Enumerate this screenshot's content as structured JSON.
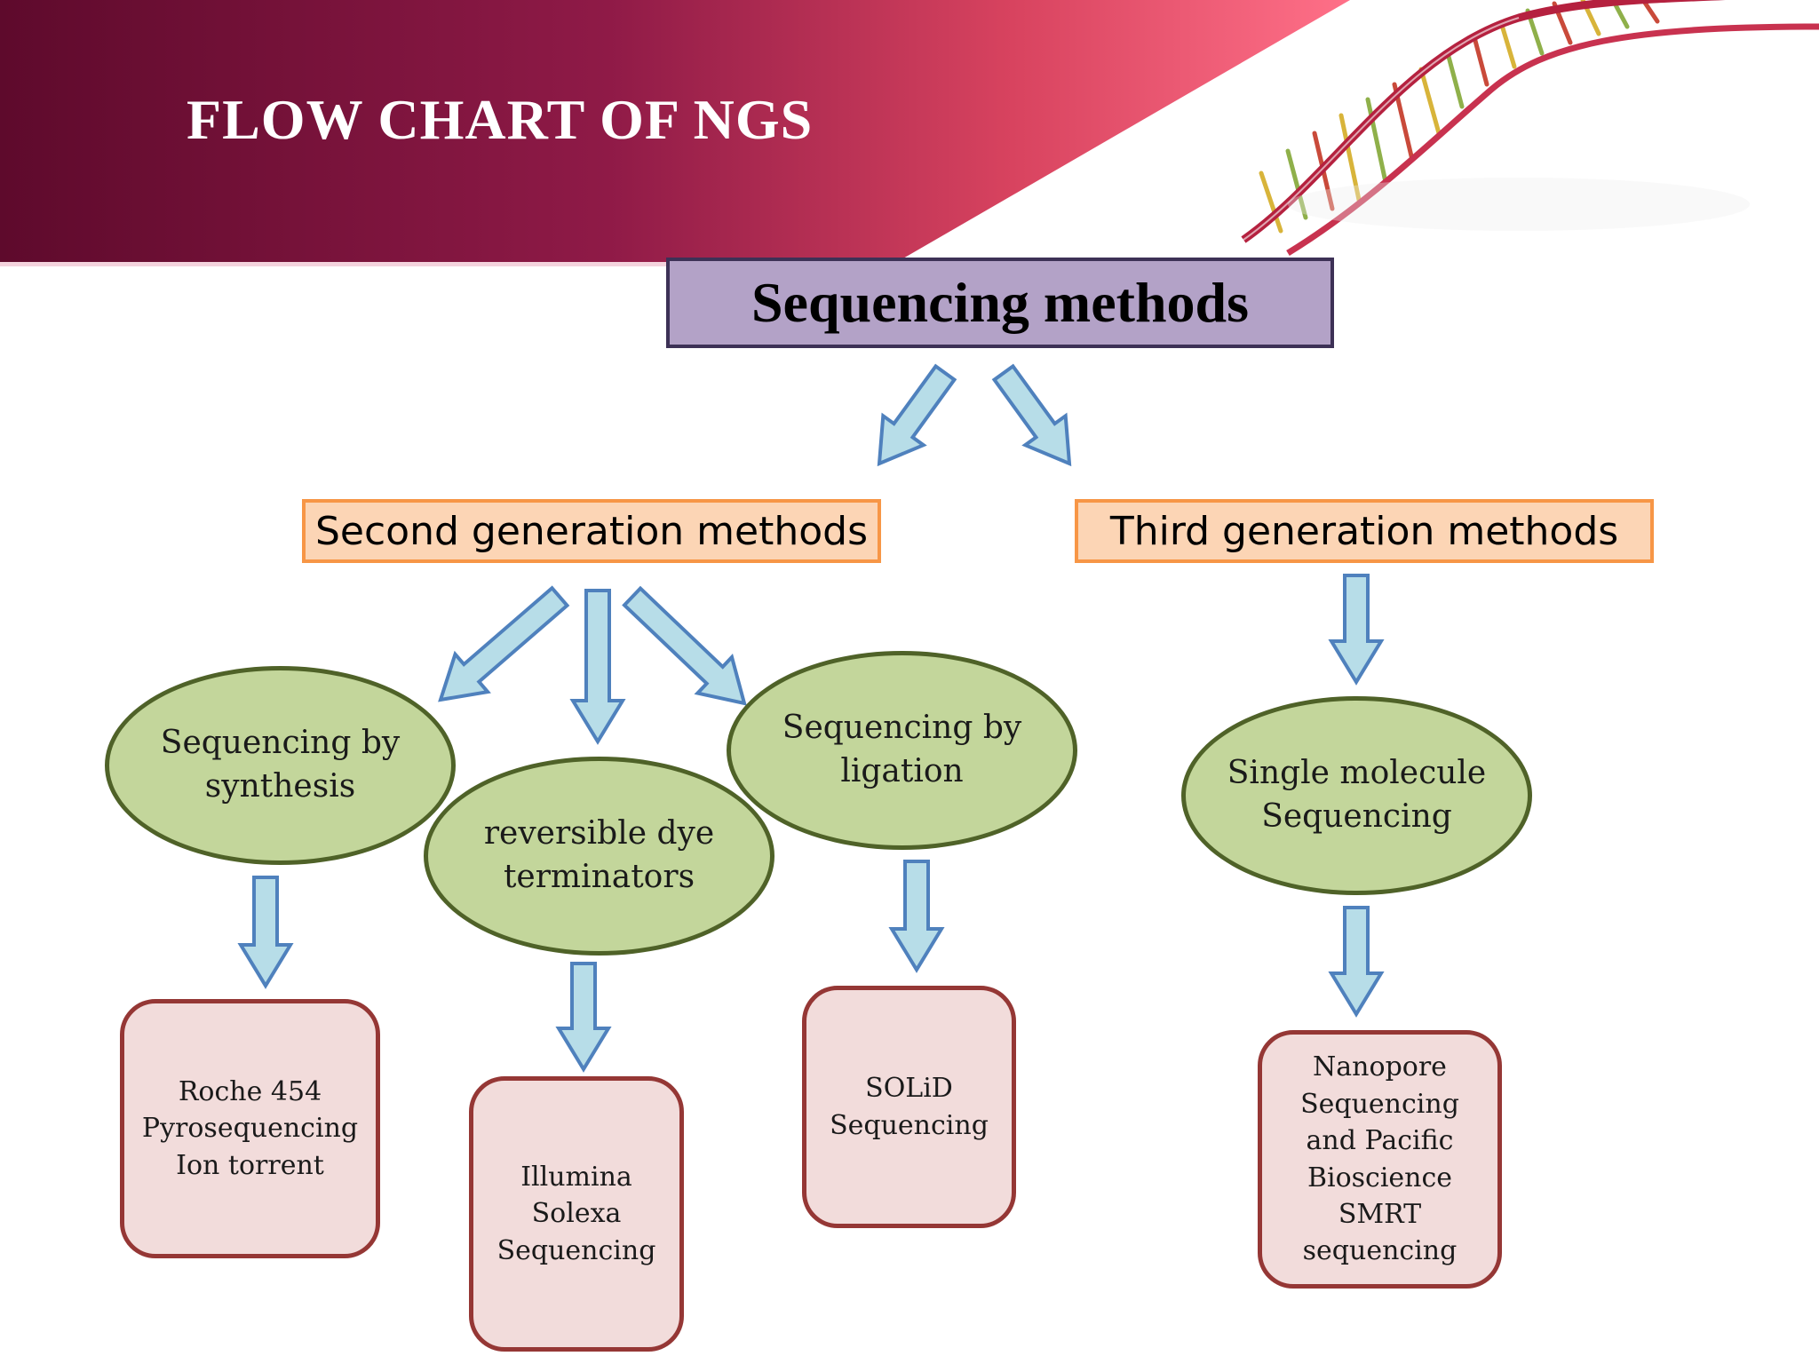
{
  "slide": {
    "title": "FLOW CHART OF NGS"
  },
  "flowchart": {
    "root": "Sequencing methods",
    "branches": {
      "second": "Second generation methods",
      "third": "Third generation methods"
    },
    "methods": {
      "synthesis": "Sequencing by synthesis",
      "dye": "reversible dye terminators",
      "ligation": "Sequencing by ligation",
      "single": "Single molecule Sequencing"
    },
    "platforms": {
      "roche": "Roche 454 Pyrosequencing Ion torrent",
      "illumina": "Illumina Solexa Sequencing",
      "solid": "SOLiD Sequencing",
      "nanopore": "Nanopore Sequencing and Pacific Bioscience SMRT sequencing"
    }
  },
  "colors": {
    "banner_dark": "#5e0a2c",
    "banner_light": "#f0637d",
    "root_fill": "#b3a2c7",
    "generation_fill": "#fcd5b5",
    "generation_border": "#f79646",
    "method_fill": "#c3d69b",
    "method_border": "#4f6228",
    "platform_fill": "#f2dcdb",
    "platform_border": "#953735",
    "arrow_fill": "#b7dde8",
    "arrow_border": "#4f81bd"
  }
}
